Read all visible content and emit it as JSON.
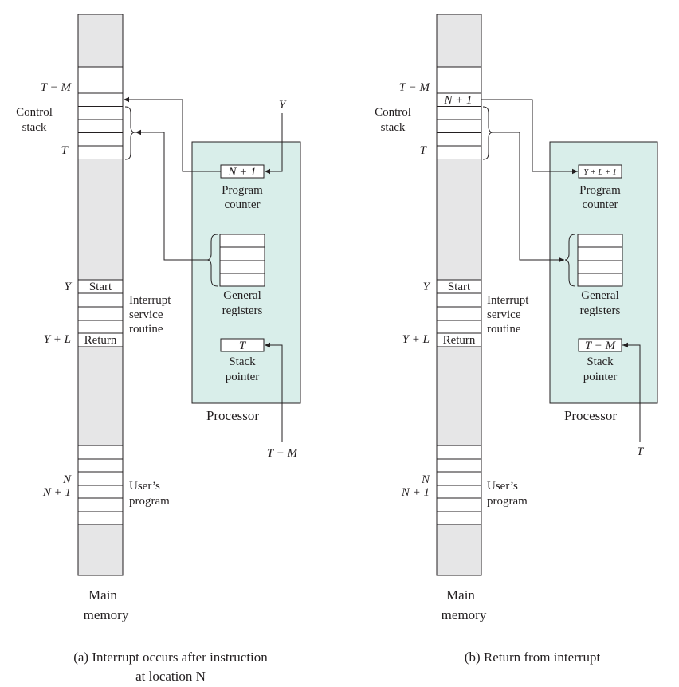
{
  "panel_a": {
    "labels": {
      "t_minus_m": "T − M",
      "control_stack_1": "Control",
      "control_stack_2": "stack",
      "t": "T",
      "y": "Y",
      "y_plus_l": "Y + L",
      "n": "N",
      "n_plus_1": "N + 1",
      "isr_1": "Interrupt",
      "isr_2": "service",
      "isr_3": "routine",
      "user_1": "User’s",
      "user_2": "program",
      "main_memory_1": "Main",
      "main_memory_2": "memory"
    },
    "cells": {
      "start": "Start",
      "return": "Return"
    },
    "processor": {
      "title": "Processor",
      "pc_value": "N + 1",
      "pc_label_1": "Program",
      "pc_label_2": "counter",
      "gr_label_1": "General",
      "gr_label_2": "registers",
      "sp_value": "T",
      "sp_label_1": "Stack",
      "sp_label_2": "pointer"
    },
    "incoming_pc": "Y",
    "incoming_sp": "T − M",
    "caption_1": "(a)  Interrupt occurs after instruction",
    "caption_2": "at location N"
  },
  "panel_b": {
    "labels": {
      "t_minus_m": "T − M",
      "control_stack_1": "Control",
      "control_stack_2": "stack",
      "t": "T",
      "y": "Y",
      "y_plus_l": "Y + L",
      "n": "N",
      "n_plus_1": "N + 1",
      "isr_1": "Interrupt",
      "isr_2": "service",
      "isr_3": "routine",
      "user_1": "User’s",
      "user_2": "program",
      "main_memory_1": "Main",
      "main_memory_2": "memory"
    },
    "cells": {
      "start": "Start",
      "return": "Return",
      "stack_top": "N + 1"
    },
    "processor": {
      "title": "Processor",
      "pc_value": "Y + L + 1",
      "pc_label_1": "Program",
      "pc_label_2": "counter",
      "gr_label_1": "General",
      "gr_label_2": "registers",
      "sp_value": "T − M",
      "sp_label_1": "Stack",
      "sp_label_2": "pointer"
    },
    "incoming_sp": "T",
    "caption": "(b)  Return from interrupt"
  }
}
